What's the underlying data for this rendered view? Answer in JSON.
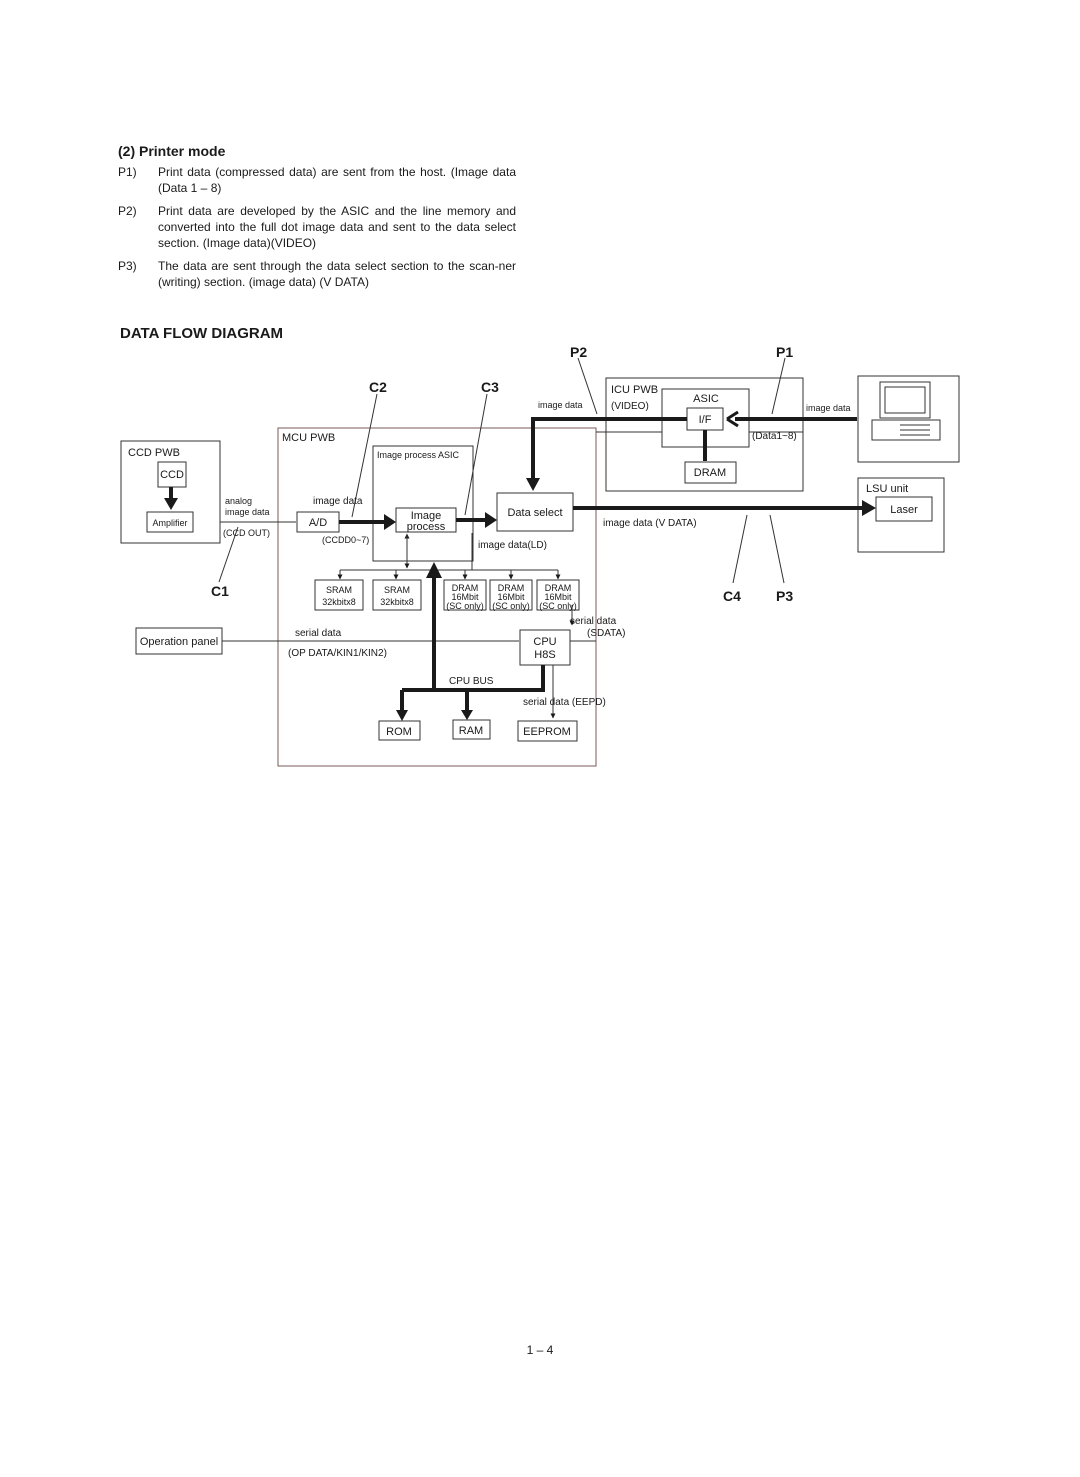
{
  "section": {
    "heading": "(2)  Printer mode",
    "items": [
      {
        "label": "P1)",
        "text": "Print data (compressed data) are sent from the host. (Image data (Data 1 – 8)"
      },
      {
        "label": "P2)",
        "text": "Print data are developed by the ASIC and the line memory and converted into the full dot image data and sent to the data select section. (Image data)(VIDEO)"
      },
      {
        "label": "P3)",
        "text": "The data are sent through the data select section to the scan-ner (writing) section. (image data) (V DATA)"
      }
    ]
  },
  "diagram": {
    "title": "DATA FLOW DIAGRAM",
    "callouts": {
      "p2": "P2",
      "p1": "P1",
      "c2": "C2",
      "c3": "C3",
      "c1": "C1",
      "c4": "C4",
      "p3": "P3"
    },
    "boards": {
      "ccd_pwb": "CCD PWB",
      "mcu_pwb": "MCU  PWB",
      "icu_pwb": "ICU  PWB",
      "lsu_unit": "LSU unit",
      "image_process_asic": "Image process ASIC"
    },
    "blocks": {
      "ccd": "CCD",
      "amplifier": "Amplifier",
      "ad": "A/D",
      "image_process": [
        "Image",
        "process"
      ],
      "data_select": "Data select",
      "asic": "ASIC",
      "if": "I/F",
      "dram": "DRAM",
      "laser": "Laser",
      "sram1": [
        "SRAM",
        "32kbitx8"
      ],
      "sram2": [
        "SRAM",
        "32kbitx8"
      ],
      "dram1": [
        "DRAM",
        "16Mbit",
        "(SC only)"
      ],
      "dram2": [
        "DRAM",
        "16Mbit",
        "(SC only)"
      ],
      "dram3": [
        "DRAM",
        "16Mbit",
        "(SC only)"
      ],
      "operation_panel": "Operation panel",
      "cpu": [
        "CPU",
        "H8S"
      ],
      "rom": "ROM",
      "ram": "RAM",
      "eeprom": "EEPROM"
    },
    "labels": {
      "analog_image_data": [
        "analog",
        "image data"
      ],
      "ccd_out": "(CCD OUT)",
      "image_data_mcu": "image data",
      "ccdd": "(CCDD0~7)",
      "image_data_ld": "image data(LD)",
      "image_data_icu": "image data",
      "video": "(VIDEO)",
      "image_data_host": "image data",
      "data1_8": "(Data1~8)",
      "image_data_vdata": "image data (V DATA)",
      "serial_data_op": "serial data",
      "op_data": "(OP DATA/KIN1/KIN2)",
      "serial_data_sdata": "serial data",
      "sdata": "(SDATA)",
      "cpu_bus": "CPU  BUS",
      "serial_data_eepd": "serial data (EEPD)"
    }
  },
  "page_number": "1 – 4"
}
